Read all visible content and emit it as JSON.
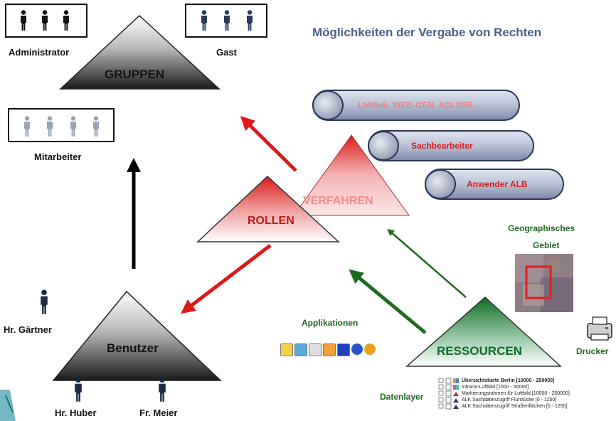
{
  "title": "Möglichkeiten der Vergabe von Rechten",
  "groups": {
    "admin_label": "Administrator",
    "guest_label": "Gast",
    "triangle_label": "GRUPPEN",
    "staff_label": "Mitarbeiter"
  },
  "roles": {
    "rollen_label": "ROLLEN",
    "verfahren_label": "VERFAHREN",
    "pill_1": "LMWeb, WEB-GEN, AGLB95..",
    "pill_2": "Sachbearbeiter",
    "pill_3": "Anwender ALB"
  },
  "users": {
    "triangle_label": "Benutzer",
    "user_1": "Hr. Gärtner",
    "user_2": "Hr. Huber",
    "user_3": "Fr. Meier"
  },
  "resources": {
    "triangle_label": "RESSOURCEN",
    "geo_label_line1": "Geographisches",
    "geo_label_line2": "Gebiet",
    "apps_label": "Applikationen",
    "printer_label": "Drucker",
    "layers_label": "Datenlayer",
    "layers": [
      "Übersichtskarte Berlin  [10000 - 250000]",
      "Infrarot-Luftbild  [1000 - 50000]",
      "Markierungsrahmen für Luftbild  [10000 - 250000]",
      "ALK Sachdatenzugriff Flurstücke  [0 - 1250]",
      "ALK Sachdatenzugriff Straßenflächen  [0 - 1250]"
    ]
  },
  "colors": {
    "arrow_red": "#e01818",
    "arrow_green": "#1e6a1e",
    "pill_text": "#d42020",
    "title_text": "#4a5f8a",
    "person_dark": "#1a2b44",
    "person_light": "#9aa3b3"
  },
  "icons": {
    "app_toolbar": [
      "pencil-icon",
      "tools-icon",
      "speaker-icon",
      "magnify-icon",
      "de-flag-icon",
      "signal-icon",
      "globe-icon"
    ],
    "printer": "printer-icon",
    "logo": "logo-icon"
  }
}
